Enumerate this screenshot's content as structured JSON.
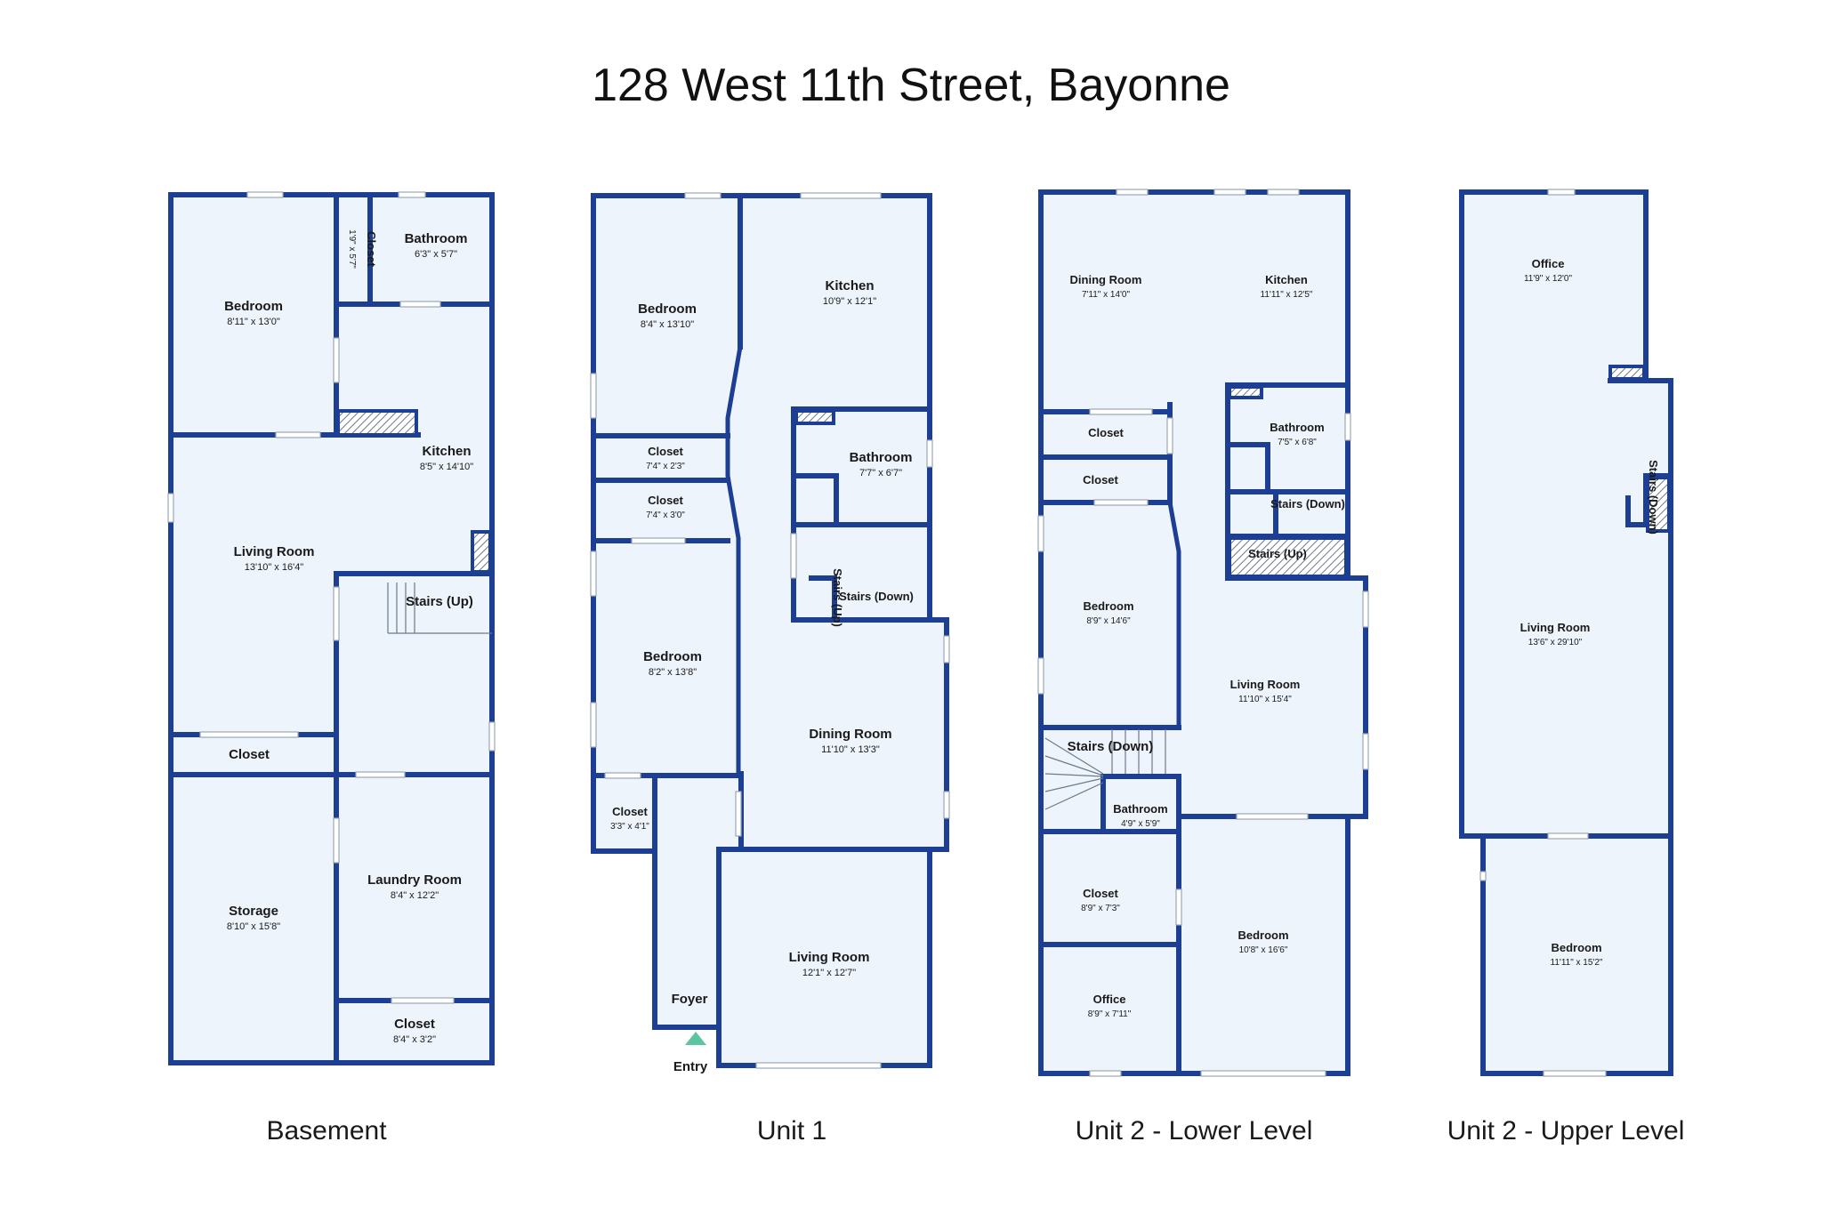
{
  "title": "128 West 11th Street, Bayonne",
  "colors": {
    "wall": "#1c3f94",
    "floor": "#eef4fb",
    "entry_arrow": "#5cc5a0"
  },
  "floors": [
    {
      "label": "Basement",
      "rooms": [
        {
          "name": "Bedroom",
          "dim": "8'11\" x 13'0\""
        },
        {
          "name": "Closet",
          "dim": "1'9\" x 5'7\""
        },
        {
          "name": "Bathroom",
          "dim": "6'3\" x 5'7\""
        },
        {
          "name": "Kitchen",
          "dim": "8'5\" x 14'10\""
        },
        {
          "name": "Living Room",
          "dim": "13'10\" x 16'4\""
        },
        {
          "name": "Stairs (Up)",
          "dim": ""
        },
        {
          "name": "Closet",
          "dim": ""
        },
        {
          "name": "Laundry Room",
          "dim": "8'4\" x 12'2\""
        },
        {
          "name": "Storage",
          "dim": "8'10\" x 15'8\""
        },
        {
          "name": "Closet",
          "dim": "8'4\" x 3'2\""
        }
      ]
    },
    {
      "label": "Unit 1",
      "rooms": [
        {
          "name": "Bedroom",
          "dim": "8'4\" x 13'10\""
        },
        {
          "name": "Kitchen",
          "dim": "10'9\" x 12'1\""
        },
        {
          "name": "Closet",
          "dim": "7'4\" x 2'3\""
        },
        {
          "name": "Closet",
          "dim": "7'4\" x 3'0\""
        },
        {
          "name": "Bathroom",
          "dim": "7'7\" x 6'7\""
        },
        {
          "name": "Stairs (Up)",
          "dim": ""
        },
        {
          "name": "Stairs (Down)",
          "dim": ""
        },
        {
          "name": "Bedroom",
          "dim": "8'2\" x 13'8\""
        },
        {
          "name": "Dining Room",
          "dim": "11'10\" x 13'3\""
        },
        {
          "name": "Closet",
          "dim": "3'3\" x 4'1\""
        },
        {
          "name": "Living Room",
          "dim": "12'1\" x 12'7\""
        },
        {
          "name": "Foyer",
          "dim": ""
        },
        {
          "name": "Entry",
          "dim": ""
        }
      ]
    },
    {
      "label": "Unit 2 - Lower Level",
      "rooms": [
        {
          "name": "Dining Room",
          "dim": "7'11\" x 14'0\""
        },
        {
          "name": "Kitchen",
          "dim": "11'11\" x 12'5\""
        },
        {
          "name": "Closet",
          "dim": ""
        },
        {
          "name": "Closet",
          "dim": ""
        },
        {
          "name": "Bathroom",
          "dim": "7'5\" x 6'8\""
        },
        {
          "name": "Stairs (Down)",
          "dim": ""
        },
        {
          "name": "Stairs (Up)",
          "dim": ""
        },
        {
          "name": "Bedroom",
          "dim": "8'9\" x 14'6\""
        },
        {
          "name": "Living Room",
          "dim": "11'10\" x 15'4\""
        },
        {
          "name": "Stairs (Down)",
          "dim": ""
        },
        {
          "name": "Bathroom",
          "dim": "4'9\" x 5'9\""
        },
        {
          "name": "Closet",
          "dim": "8'9\" x 7'3\""
        },
        {
          "name": "Bedroom",
          "dim": "10'8\" x 16'6\""
        },
        {
          "name": "Office",
          "dim": "8'9\" x 7'11\""
        }
      ]
    },
    {
      "label": "Unit 2 - Upper Level",
      "rooms": [
        {
          "name": "Office",
          "dim": "11'9\" x 12'0\""
        },
        {
          "name": "Stairs (Down)",
          "dim": ""
        },
        {
          "name": "Living Room",
          "dim": "13'6\" x 29'10\""
        },
        {
          "name": "Bedroom",
          "dim": "11'11\" x 15'2\""
        }
      ]
    }
  ]
}
